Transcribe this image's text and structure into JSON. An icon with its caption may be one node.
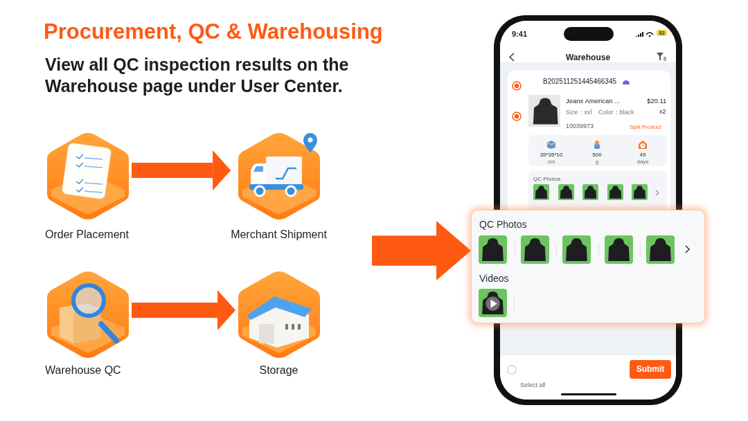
{
  "diagram": {
    "title": "Procurement, QC & Warehousing",
    "nodes": [
      {
        "text": [
          "Order Placement"
        ]
      },
      {
        "text": [
          "Merchant Shipment"
        ]
      },
      {
        "text": [
          "Warehouse QC"
        ]
      },
      {
        "text": [
          "Storage"
        ]
      },
      {
        "text": [
          "QC Photos",
          "Videos"
        ]
      }
    ],
    "edges": [
      {
        "from": 0,
        "to": 1,
        "arrow": "to"
      },
      {
        "from": 2,
        "to": 3,
        "arrow": "to"
      },
      {
        "from": null,
        "to": 4,
        "arrow": "to",
        "style": "thick"
      }
    ],
    "labels": [
      "View all QC inspection results on the Warehouse page under User Center.",
      "9:41",
      "32",
      "Warehouse",
      "B202511251445466345",
      "Jeans American ...",
      "$20.11",
      "Size：xxl",
      "Color：black",
      "x2",
      "10039973",
      "Split Product",
      "35*35*10",
      "cm",
      "500",
      "g",
      "49",
      "days",
      "QC Photos",
      "Select all",
      "Submit"
    ]
  }
}
